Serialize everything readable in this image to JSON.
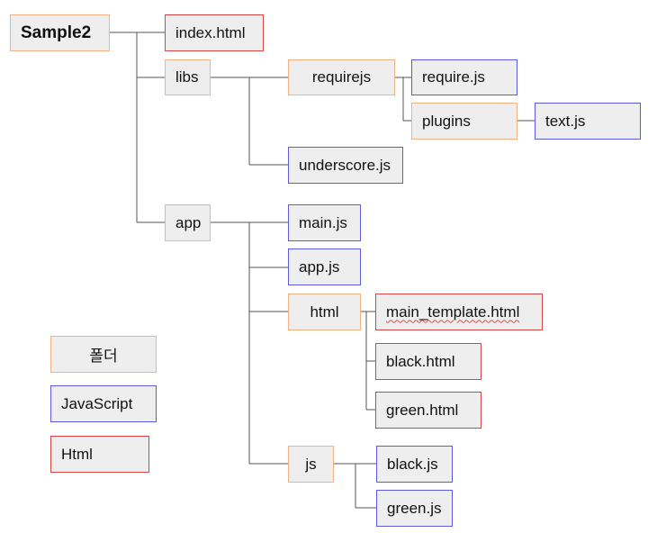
{
  "root": {
    "label": "Sample2",
    "type": "folder"
  },
  "nodes": {
    "index_html": {
      "label": "index.html",
      "type": "html"
    },
    "libs": {
      "label": "libs",
      "type": "folder"
    },
    "requirejs": {
      "label": "requirejs",
      "type": "folder"
    },
    "require_js": {
      "label": "require.js",
      "type": "js"
    },
    "plugins": {
      "label": "plugins",
      "type": "folder"
    },
    "text_js": {
      "label": "text.js",
      "type": "js"
    },
    "underscore_js": {
      "label": "underscore.js",
      "type": "js"
    },
    "app": {
      "label": "app",
      "type": "folder"
    },
    "main_js": {
      "label": "main.js",
      "type": "js"
    },
    "app_js": {
      "label": "app.js",
      "type": "js"
    },
    "html": {
      "label": "html",
      "type": "folder"
    },
    "main_template_html": {
      "label": "main_template.html",
      "type": "html"
    },
    "black_html": {
      "label": "black.html",
      "type": "html"
    },
    "green_html": {
      "label": "green.html",
      "type": "html"
    },
    "js": {
      "label": "js",
      "type": "folder"
    },
    "black_js": {
      "label": "black.js",
      "type": "js"
    },
    "green_js": {
      "label": "green.js",
      "type": "js"
    }
  },
  "legend": {
    "folder": "폴더",
    "javascript": "JavaScript",
    "html": "Html"
  },
  "colors": {
    "folder_border": "#f4b183",
    "js_border": "#5b5bdb",
    "html_border": "#d64545",
    "box_fill": "#eeeeee",
    "connector": "#555555"
  }
}
